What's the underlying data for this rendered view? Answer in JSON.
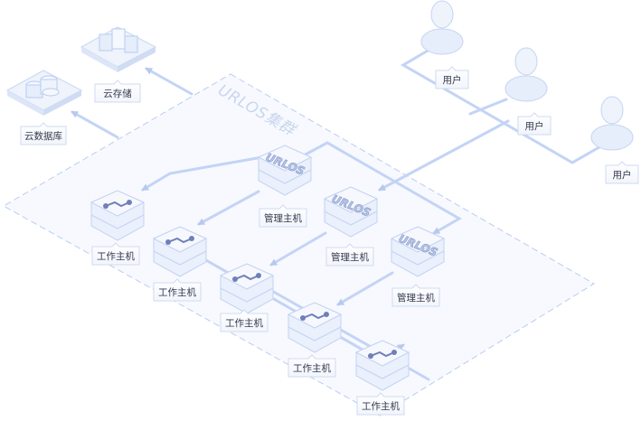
{
  "cluster": {
    "title": "URLOS集群"
  },
  "storage": [
    {
      "id": "cloud-storage",
      "label": "云存储"
    },
    {
      "id": "cloud-database",
      "label": "云数据库"
    }
  ],
  "users": [
    {
      "id": "user-1",
      "label": "用户"
    },
    {
      "id": "user-2",
      "label": "用户"
    },
    {
      "id": "user-3",
      "label": "用户"
    }
  ],
  "managers": [
    {
      "id": "manager-1",
      "label": "管理主机",
      "badge": "URLOS"
    },
    {
      "id": "manager-2",
      "label": "管理主机",
      "badge": "URLOS"
    },
    {
      "id": "manager-3",
      "label": "管理主机",
      "badge": "URLOS"
    }
  ],
  "workers": [
    {
      "id": "worker-1",
      "label": "工作主机"
    },
    {
      "id": "worker-2",
      "label": "工作主机"
    },
    {
      "id": "worker-3",
      "label": "工作主机"
    },
    {
      "id": "worker-4",
      "label": "工作主机"
    },
    {
      "id": "worker-5",
      "label": "工作主机"
    }
  ],
  "colors": {
    "line": "#c3d4f5",
    "cluster_border": "#b9cdf0",
    "device_top": "#f4f7fd",
    "device_side": "#dde6f7",
    "icon_dot": "#6f7fb8"
  }
}
